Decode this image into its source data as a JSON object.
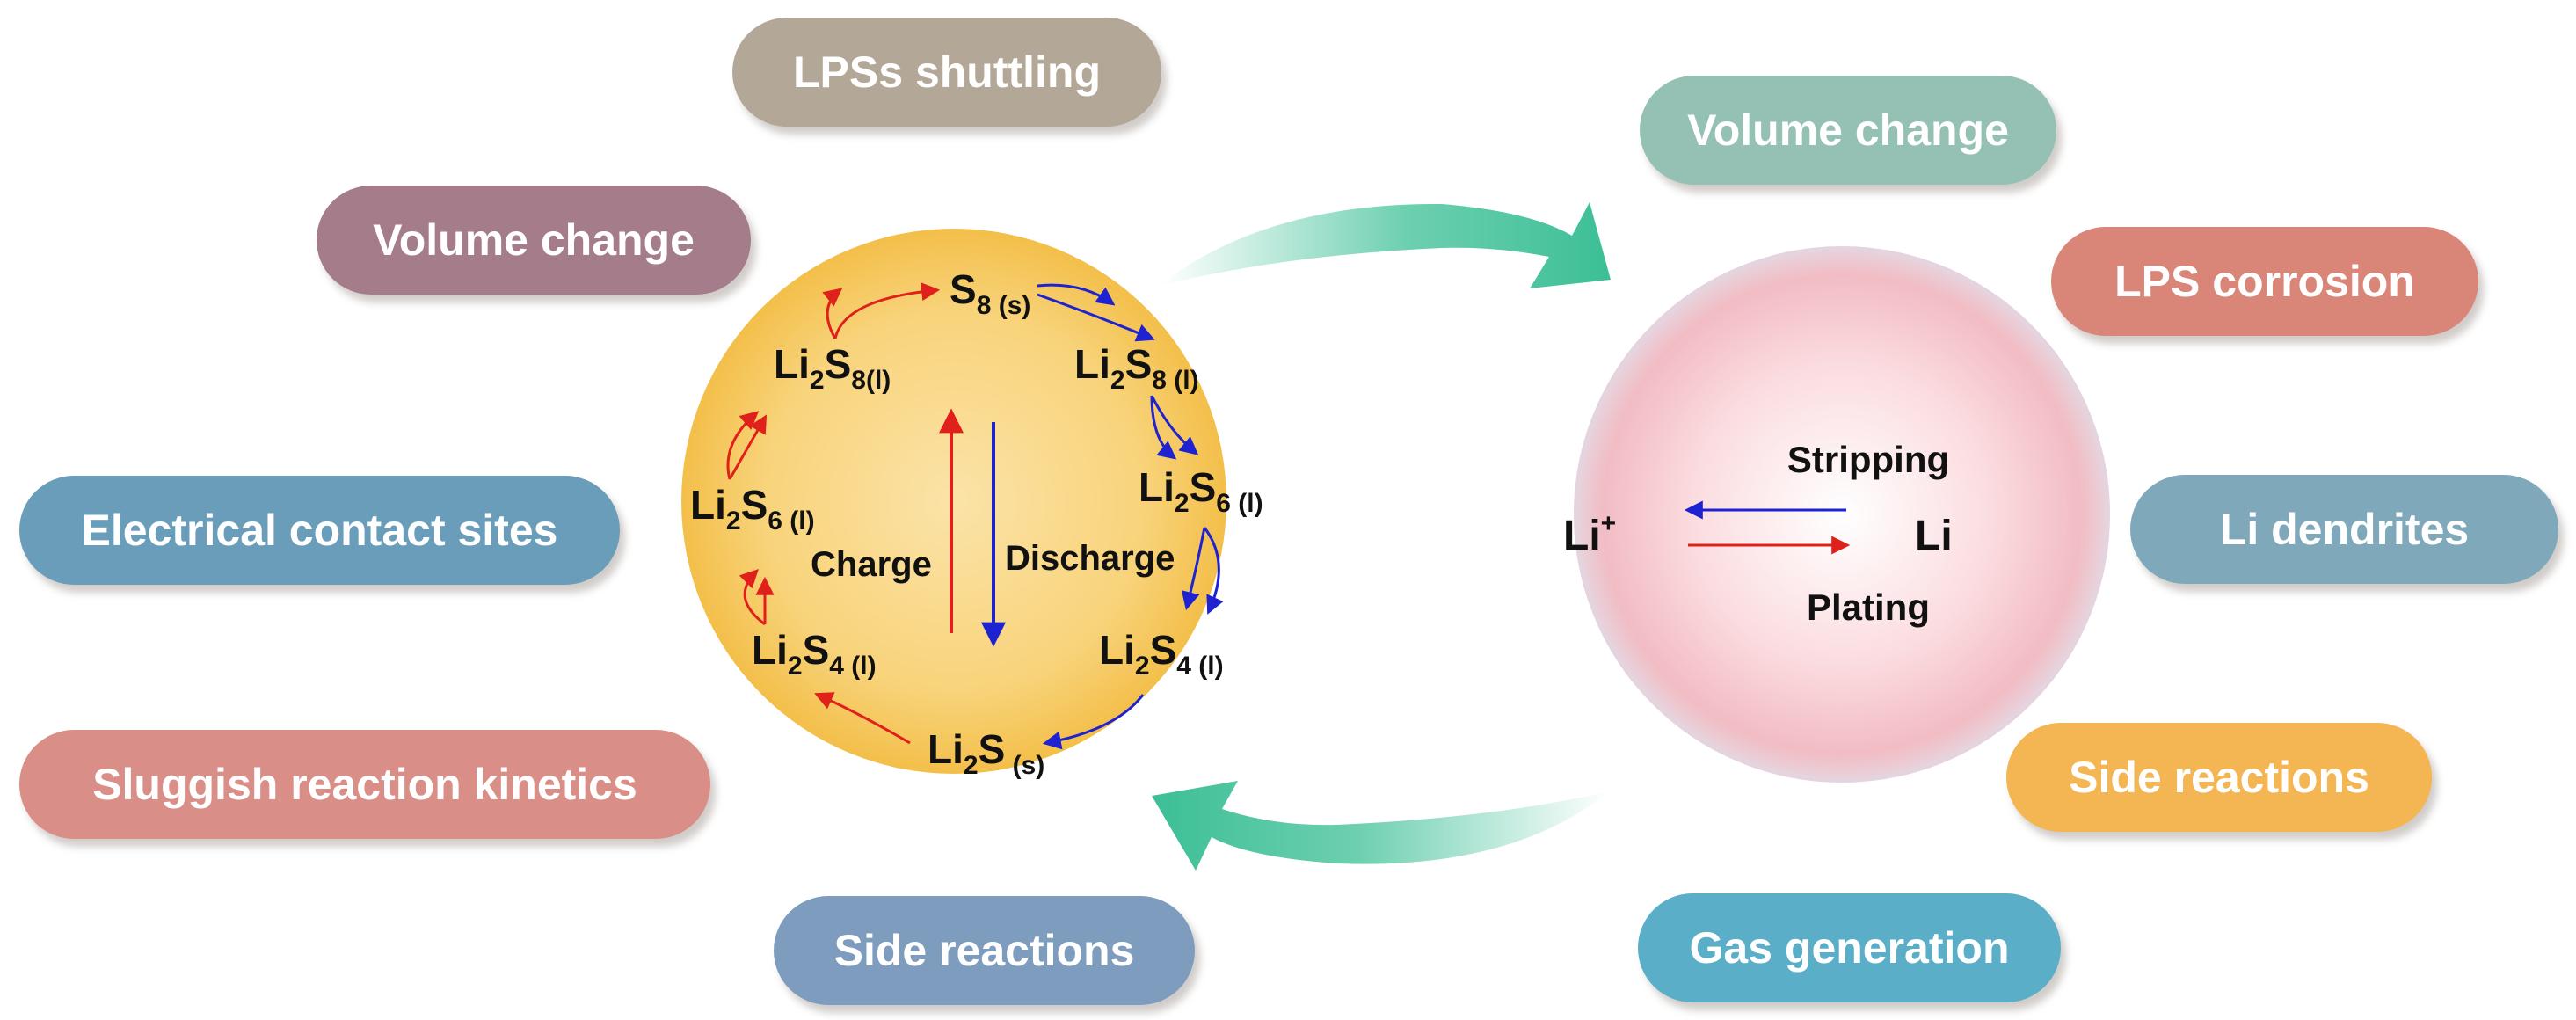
{
  "colors": {
    "sulfur_sphere": "#f6c755",
    "lithium_sphere": "#f7c6cc",
    "charge_arrow": "#e0201a",
    "discharge_arrow": "#1e22d0",
    "transfer_arrow": "#3cbf96"
  },
  "left_labels": [
    {
      "text": "LPSs shuttling",
      "color": "#b3a798"
    },
    {
      "text": "Volume change",
      "color": "#a57d8a"
    },
    {
      "text": "Electrical contact sites",
      "color": "#6a9db9"
    },
    {
      "text": "Sluggish  reaction kinetics",
      "color": "#d98f88"
    },
    {
      "text": "Side reactions",
      "color": "#7d9cbe"
    }
  ],
  "right_labels": [
    {
      "text": "Volume change",
      "color": "#95c1b4"
    },
    {
      "text": "LPS corrosion",
      "color": "#d98679"
    },
    {
      "text": "Li dendrites",
      "color": "#7fa8bb"
    },
    {
      "text": "Side reactions",
      "color": "#f4b553"
    },
    {
      "text": "Gas generation",
      "color": "#5aaec8"
    }
  ],
  "cathode": {
    "species": [
      {
        "main": "S",
        "sub": "8",
        "phase": " (s)"
      },
      {
        "main": "Li",
        "sub": "2",
        "main2": "S",
        "sub2": "8 (l)"
      },
      {
        "main": "Li",
        "sub": "2",
        "main2": "S",
        "sub2": "6 (l)"
      },
      {
        "main": "Li",
        "sub": "2",
        "main2": "S",
        "sub2": "4 (l)"
      },
      {
        "main": "Li",
        "sub": "2",
        "main2": "S",
        "sub2": " (s)"
      },
      {
        "main": "Li",
        "sub": "2",
        "main2": "S",
        "sub2": "4 (l)"
      },
      {
        "main": "Li",
        "sub": "2",
        "main2": "S",
        "sub2": "6 (l)"
      },
      {
        "main": "Li",
        "sub": "2",
        "main2": "S",
        "sub2": "8(l)"
      }
    ],
    "charge_label": "Charge",
    "discharge_label": "Discharge"
  },
  "anode": {
    "ion": "Li",
    "ion_charge": "+",
    "metal": "Li",
    "stripping_label": "Stripping",
    "plating_label": "Plating"
  }
}
